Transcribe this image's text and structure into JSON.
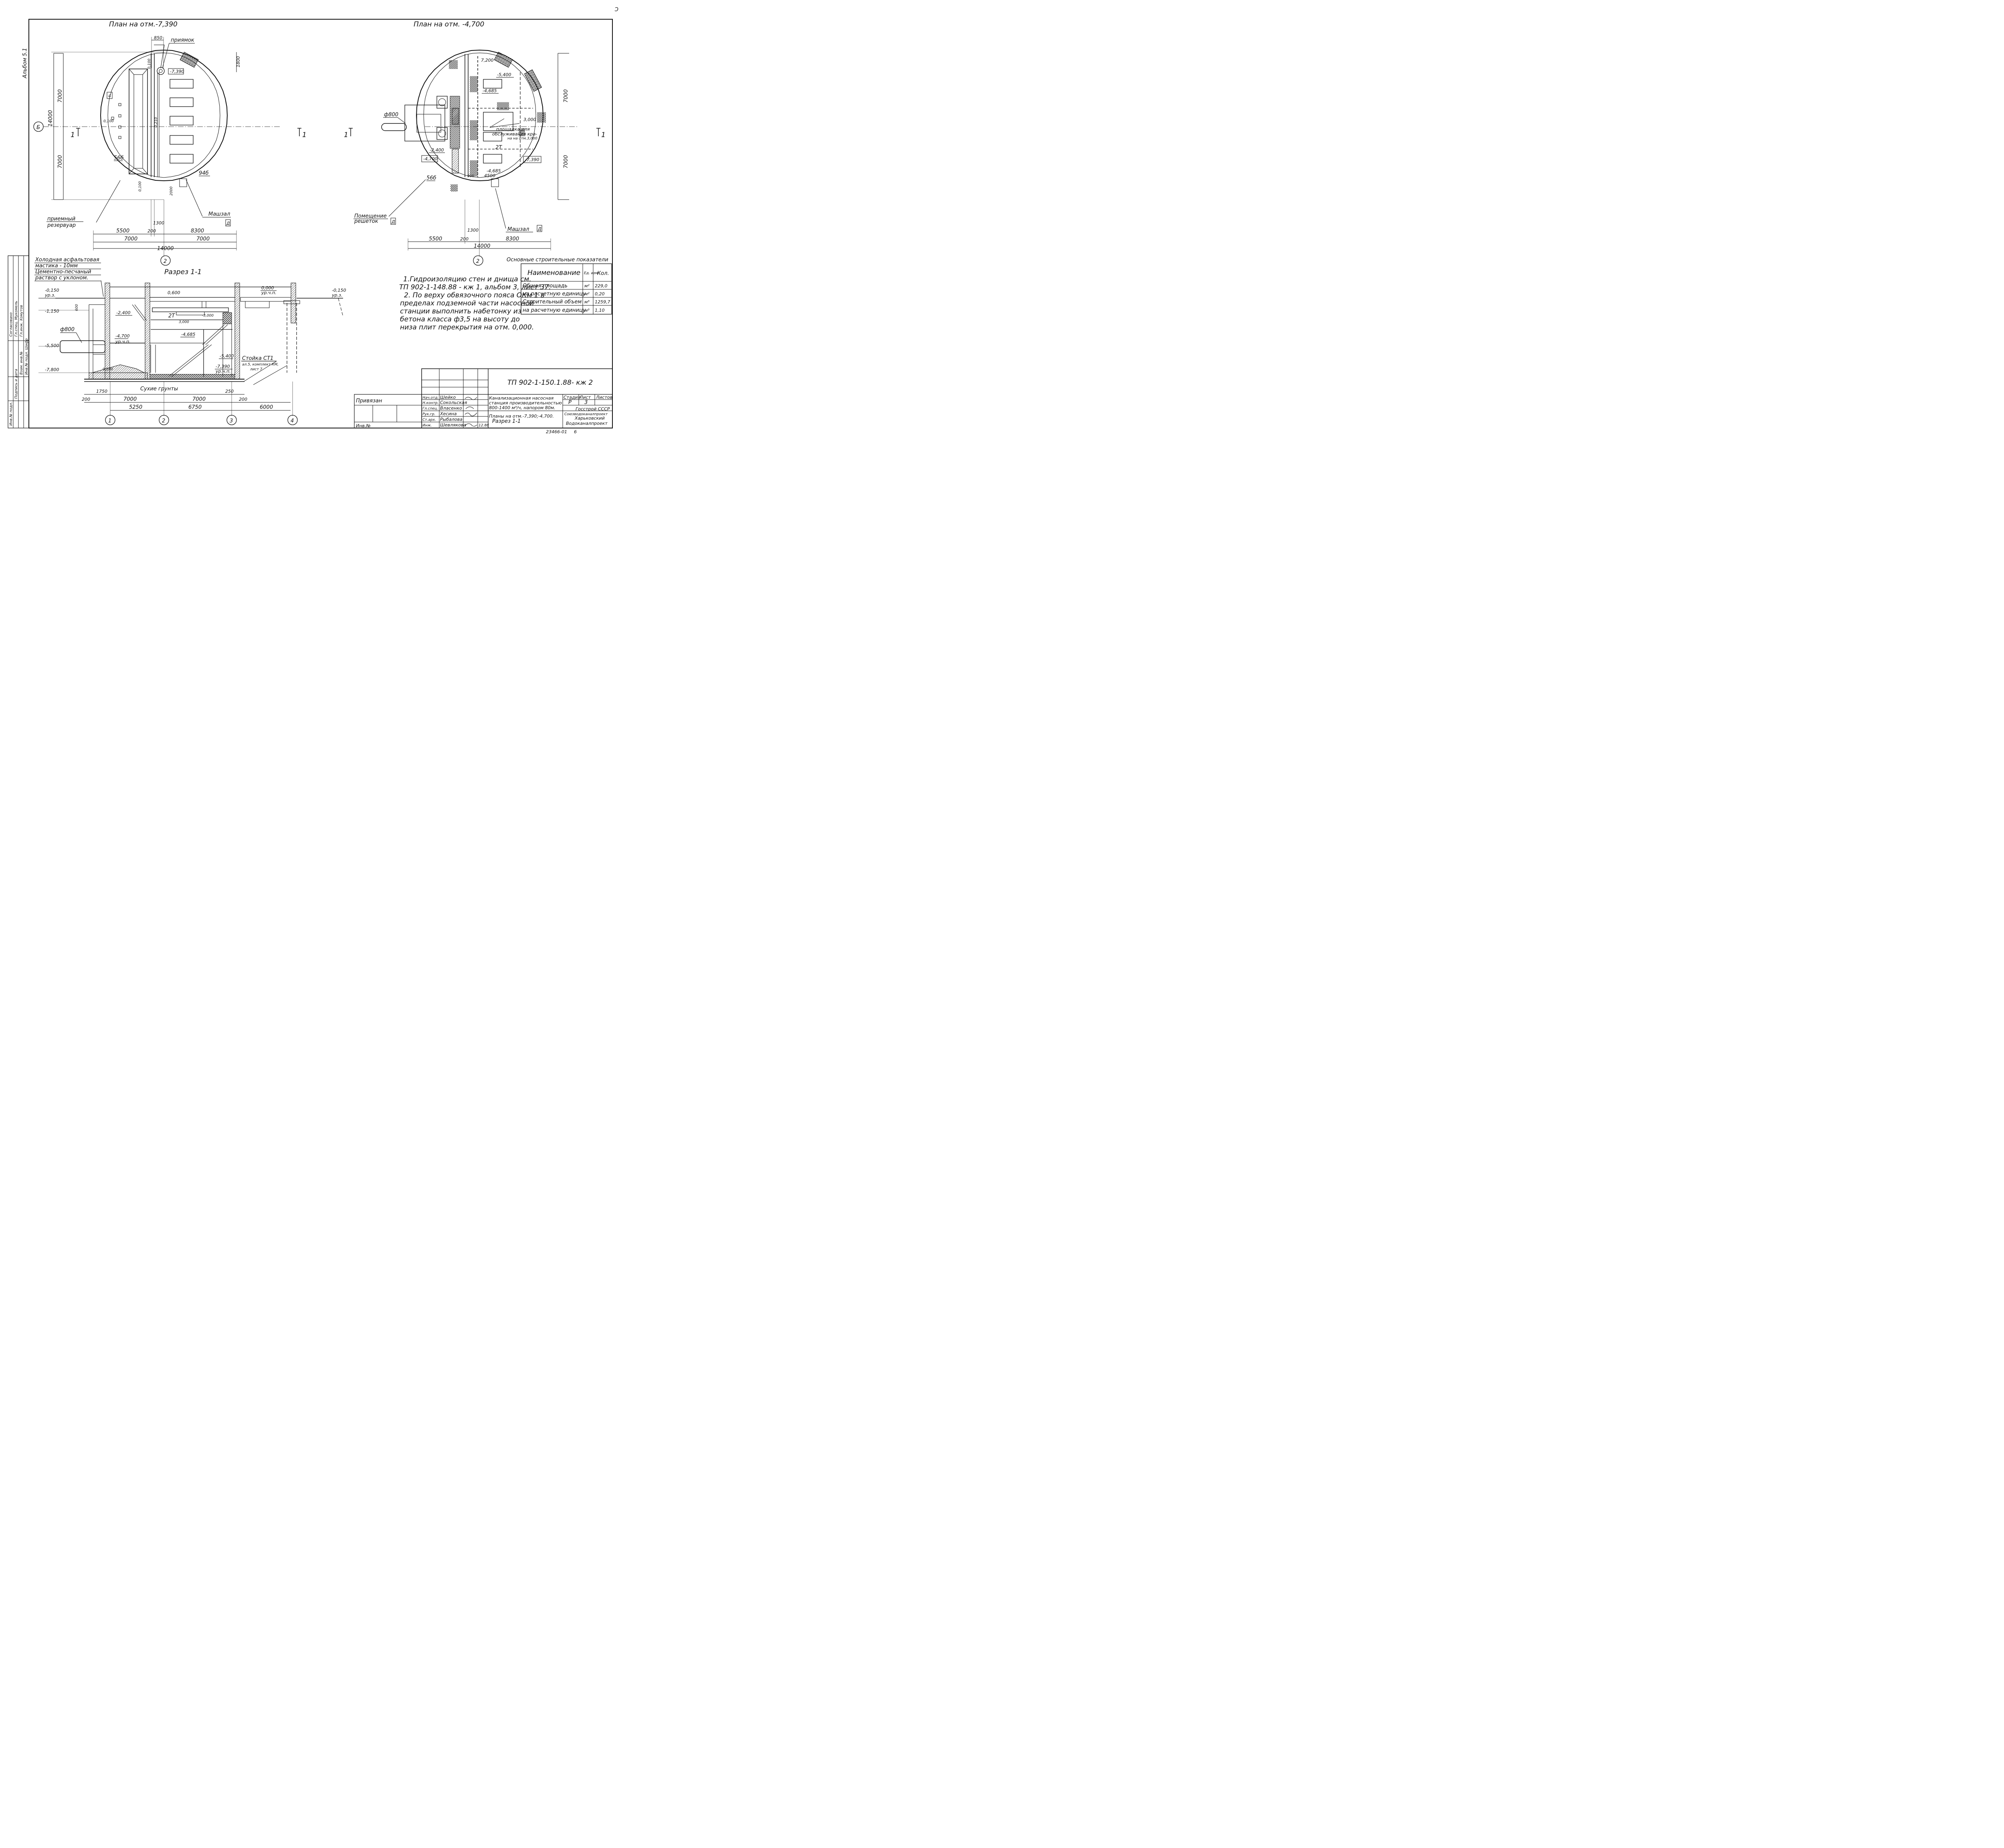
{
  "corner_mark": "Ɔ",
  "album": "Альбом 5.1",
  "plan_left": {
    "title": "План на отм.-7,390",
    "dim_850": "850",
    "dim_1800": "1800",
    "pit_label": "приямок",
    "level_pit": "-7,390",
    "d_0100a": "0,100",
    "d_0100b": "0,100",
    "d_0100c": "0,100",
    "d_0210": "0,210",
    "d_2000": "2000",
    "d_1300": "1300",
    "room_566": "56б",
    "room_946": "94б",
    "box_4": "4",
    "dim_7000_top": "7000",
    "dim_7000_bot": "7000",
    "dim_14000_v": "14000",
    "axis_b": "Б",
    "axis_2": "2",
    "sect_l": "1",
    "sect_r": "1",
    "receiver": "приемный",
    "receiver2": "резервуар",
    "machine_hall": "Машзал",
    "machine_box": "Д",
    "dim_5500": "5500",
    "dim_200": "200",
    "dim_8300": "8300",
    "dim_7000a": "7000",
    "dim_7000b": "7000",
    "dim_14000": "14000"
  },
  "plan_right": {
    "title": "План на отм. -4,700",
    "pipe": "ф800",
    "lv_7200": "7,200",
    "lv_5400": "-5,400",
    "lv_4685a": "-4,685",
    "lv_3000": "3,000",
    "platform1": "площадка для",
    "platform2": "обслуживания кра-",
    "platform3": "на на отм.3,000",
    "mark_2t": "2Т",
    "lv_2400": "-2,400",
    "lv_4700": "-4,700",
    "lv_7390": "-7,390",
    "lv_4685b": "-4,685",
    "d_900": "900",
    "d_4500": "4500",
    "room_566": "56б",
    "grate_room1": "Помещение",
    "grate_room2": "решеток",
    "grate_box": "Д",
    "machine_hall": "Машзал",
    "machine_box": "Д",
    "dim_7000_top": "7000",
    "dim_7000_bot": "7000",
    "dim_1300": "1300",
    "dim_5500": "5500",
    "dim_200": "200",
    "dim_8300": "8300",
    "dim_14000": "14000",
    "axis_2": "2",
    "sect_l": "1",
    "sect_r": "1"
  },
  "section": {
    "title": "Разрез 1-1",
    "note1": "Холодная асфальтовая",
    "note2": "мастика - 10мм",
    "note3": "Цементно-песчаный",
    "note4": "раствор с уклоном.",
    "lv_0150l": "-0,150",
    "lv_0150l_sub": "ур.з.",
    "lv_0150r": "-0,150",
    "lv_0150r_sub": "ур.з.",
    "lv_1150": "-1,150",
    "lv_5500": "-5,500",
    "lv_7800": "-7,800",
    "lv_2400": "-2,400",
    "lv_4700": "-4,700",
    "lv_4700_sub": "ур.ч.п.",
    "lv_0000": "0,000",
    "lv_0000_sub": "ур.ч.п.",
    "lv_0600": "0,600",
    "lv_3000a": "3,000",
    "lv_3000b": "-3,000",
    "lv_4685": "-4,685",
    "lv_5400": "-5,400",
    "lv_7390": "-7,390",
    "lv_7390_sub": "ур.ч.п.",
    "d_600": "600",
    "d_0100": "0,100",
    "mark_2t": "2Т",
    "pipe": "ф800",
    "stand1": "Стойка СТ1",
    "stand2": "ал.5, комплект КМ,",
    "stand3": "лист 7",
    "soil": "Сухие грунты",
    "dim_1750": "1750",
    "dim_250": "250",
    "dim_200a": "200",
    "dim_7000a": "7000",
    "dim_7000b": "7000",
    "dim_200b": "200",
    "dim_5250": "5250",
    "dim_6750": "6750",
    "dim_6000": "6000",
    "axes": [
      "1",
      "2",
      "3",
      "4"
    ]
  },
  "notes": {
    "n1a": "1.Гидроизоляцию стен и днища см.",
    "n1b": "ТП 902-1-148.88 - кж 1, альбом 3, лист 37.",
    "n2a": "2. По верху обвязочного пояса ОКм 1 в",
    "n2b": "пределах подземной части насосной",
    "n2c": "станции выполнить набетонку из",
    "n2d": "бетона класса ф3,5 на высоту до",
    "n2e": "низа плит перекрытия на отм. 0,000."
  },
  "indicators": {
    "title": "Основные строительные показатели",
    "h_name": "Наименование",
    "h_unit": "Ед. изм",
    "h_qty": "Кол.",
    "rows": [
      {
        "name": "Общая площадь",
        "unit": "м²",
        "qty": "229,0"
      },
      {
        "name": "на расчетную единицу",
        "unit": "м²",
        "qty": "0,20"
      },
      {
        "name": "Строительный объем",
        "unit": "м³",
        "qty": "1259,7"
      },
      {
        "name": "на расчетную единицу",
        "unit": "м³",
        "qty": "1,10"
      }
    ]
  },
  "stamp": {
    "code": "ТП 902-1-150.1.88- кж 2",
    "bound": "Привязан",
    "inv": "Инв.№",
    "roles": [
      "Нач.отд.",
      "Н.контр.",
      "Гл.спец.",
      "Рук.гр.",
      "Ст.арх.",
      "Инж."
    ],
    "names": [
      "Шейко",
      "Сокольская",
      "Власенко",
      "Хесина",
      "Рыбалова",
      "Шевлякова"
    ],
    "date": "12.88",
    "desc1": "Канализационная насосная",
    "desc2": "станция производительностью",
    "desc3": "800-1400 м³/ч, напором 80м.",
    "sheet_title1": "Планы на отм.-7,390;-4,700.",
    "sheet_title2": "Разрез 1-1",
    "h_stage": "Стадия",
    "h_sheet": "Лист",
    "h_sheets": "Листов",
    "stage": "Р",
    "sheet": "3",
    "org1": "Госстрой СССР",
    "org2": "Союзводоканалпроект",
    "org3": "Харьковский",
    "org4": "Водоканалпроект",
    "archive": "23466-01",
    "archive_sheet": "6"
  },
  "side_strip": {
    "c1": "Инв.№ подл.",
    "c2": "Подпись и дата",
    "c3": "Взам. инв.№",
    "c4": "Инв.№ подл. Шифр",
    "c5": "Согласовано",
    "c6": "Гл.спец. Мукомель",
    "c7": "Гл.инж. Хомутов"
  }
}
